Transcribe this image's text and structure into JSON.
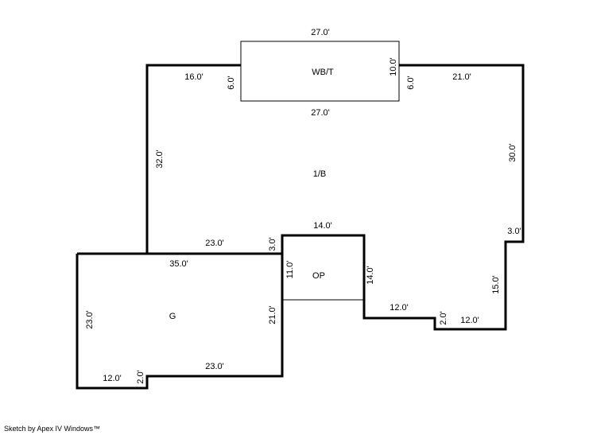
{
  "areas": {
    "main": "1/B",
    "wbt": "WB/T",
    "garage": "G",
    "porch": "OP"
  },
  "dimensions": {
    "wbt_top": "27.0'",
    "wbt_bottom": "27.0'",
    "wbt_left": "6.0'",
    "wbt_right_inner": "10.0'",
    "wbt_right": "6.0'",
    "main_top_left": "16.0'",
    "main_top_right": "21.0'",
    "main_left": "32.0'",
    "main_right": "30.0'",
    "main_step": "3.0'",
    "main_right_lower": "15.0'",
    "main_bottom_right": "12.0'",
    "main_notch": "2.0'",
    "main_bottom_mid": "12.0'",
    "porch_right": "14.0'",
    "porch_top": "14.0'",
    "porch_left_step": "3.0'",
    "main_bottom_left": "23.0'",
    "porch_left": "11.0'",
    "garage_top": "35.0'",
    "garage_left": "23.0'",
    "garage_right": "21.0'",
    "garage_bottom": "23.0'",
    "garage_notch": "2.0'",
    "garage_bottom_left": "12.0'"
  },
  "credit": "Sketch by Apex IV Windows™"
}
